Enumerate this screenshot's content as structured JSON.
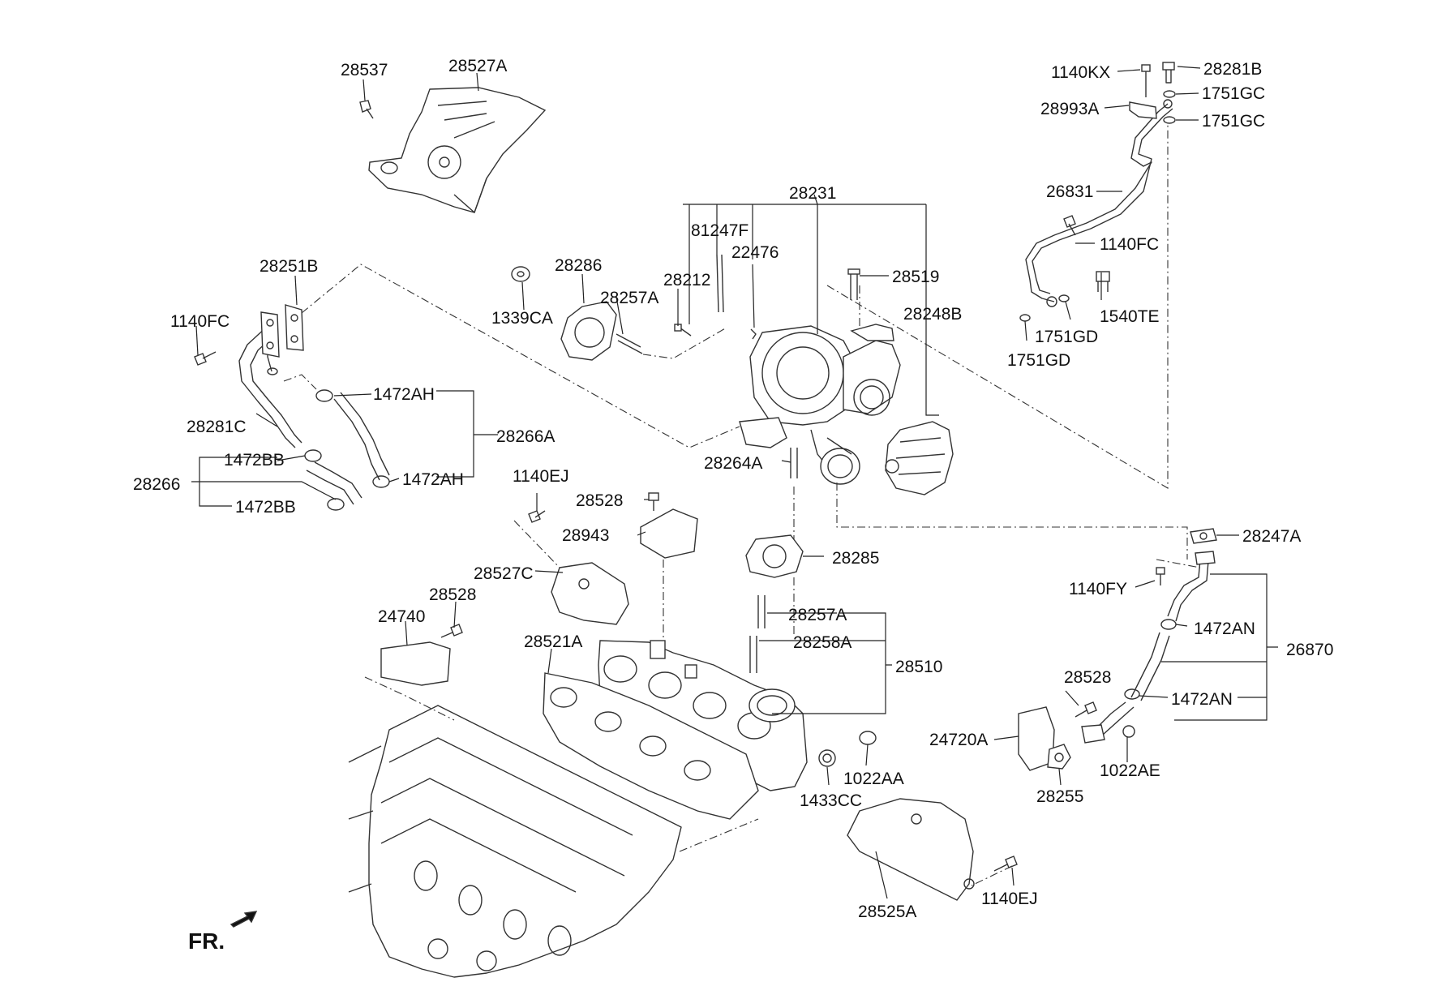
{
  "title": "",
  "orientation": {
    "text": "FR.",
    "arrow": "front-direction-arrow"
  },
  "labels": {
    "p28537": "28537",
    "p28527A": "28527A",
    "p1140KX": "1140KX",
    "p28281B": "28281B",
    "p1751GC_a": "1751GC",
    "p28993A": "28993A",
    "p1751GC_b": "1751GC",
    "p28231": "28231",
    "p26831": "26831",
    "p81247F": "81247F",
    "p22476": "22476",
    "p1140FC_a": "1140FC",
    "p28251B": "28251B",
    "p28286": "28286",
    "p28212": "28212",
    "p28519": "28519",
    "p1540TE": "1540TE",
    "p1140FC_b": "1140FC",
    "p1339CA": "1339CA",
    "p28257A_a": "28257A",
    "p28248B": "28248B",
    "p1751GD_a": "1751GD",
    "p1751GD_b": "1751GD",
    "p1472AH_a": "1472AH",
    "p28281C": "28281C",
    "p28266A": "28266A",
    "p1472BB_a": "1472BB",
    "p28264A": "28264A",
    "p28266": "28266",
    "p1472AH_b": "1472AH",
    "p1140EJ_a": "1140EJ",
    "p28528_a": "28528",
    "p1472BB_b": "1472BB",
    "p28943": "28943",
    "p28247A": "28247A",
    "p28285": "28285",
    "p28527C": "28527C",
    "p1140FY": "1140FY",
    "p28528_b": "28528",
    "p28257A_b": "28257A",
    "p24740": "24740",
    "p1472AN_a": "1472AN",
    "p28521A": "28521A",
    "p28258A": "28258A",
    "p26870": "26870",
    "p28510": "28510",
    "p28528_c": "28528",
    "p1472AN_b": "1472AN",
    "p24720A": "24720A",
    "p1022AA": "1022AA",
    "p1022AE": "1022AE",
    "p28255": "28255",
    "p1433CC": "1433CC",
    "p1140EJ_b": "1140EJ",
    "p28525A": "28525A"
  }
}
